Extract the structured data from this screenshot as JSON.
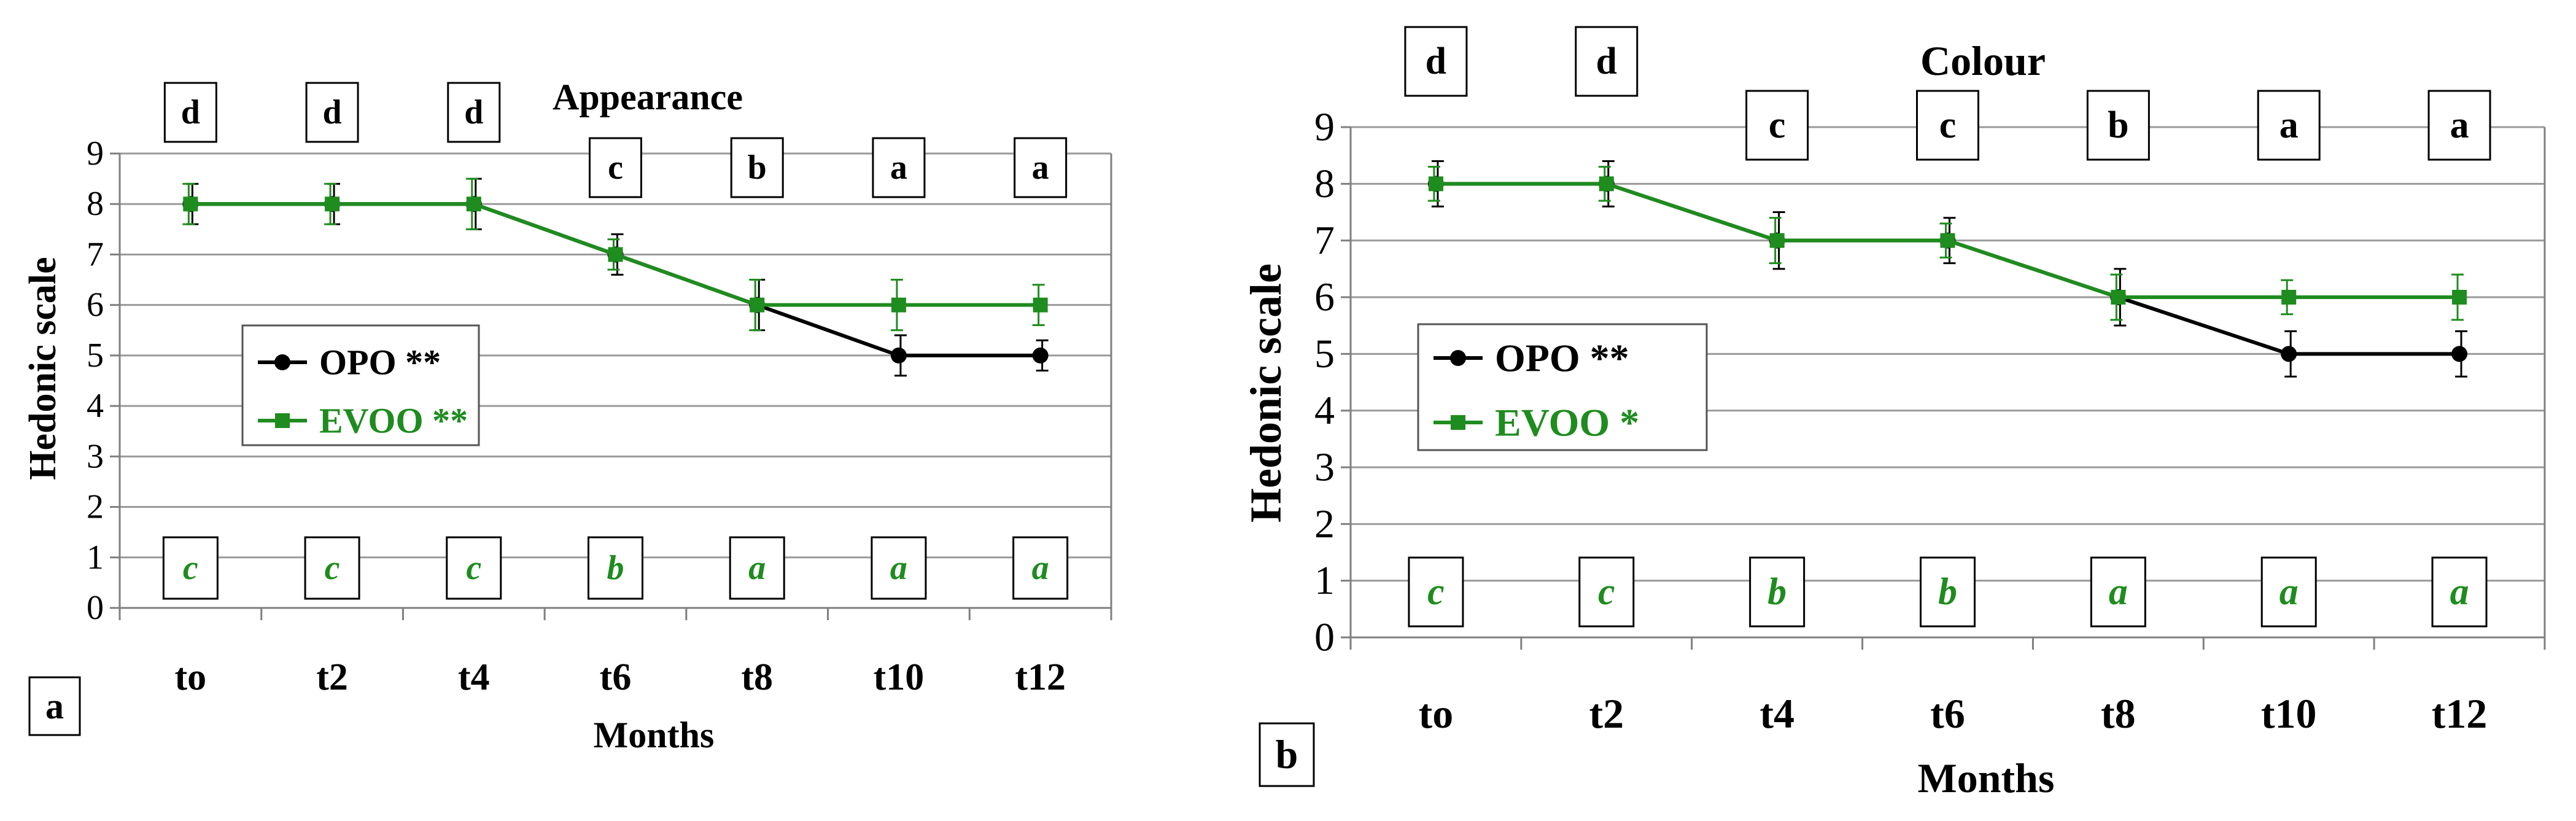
{
  "colors": {
    "opo": "#000000",
    "evoo": "#1e8c1e",
    "grid": "#9a9a9a",
    "axis": "#7f7f7f"
  },
  "chart_data": [
    {
      "panel_label": "a",
      "type": "line",
      "title": "Appearance",
      "xlabel": "Months",
      "ylabel": "Hedonic scale",
      "categories": [
        "to",
        "t2",
        "t4",
        "t6",
        "t8",
        "t10",
        "t12"
      ],
      "ylim": [
        0,
        9
      ],
      "yticks": [
        "0",
        "1",
        "2",
        "3",
        "4",
        "5",
        "6",
        "7",
        "8",
        "9"
      ],
      "grid": true,
      "legend": "left",
      "series": [
        {
          "name": "OPO **",
          "legend_label": "OPO **",
          "color": "#000000",
          "marker": "circle",
          "values": [
            8,
            8,
            8,
            7,
            6,
            5,
            5
          ],
          "errors": [
            0.4,
            0.4,
            0.5,
            0.4,
            0.5,
            0.4,
            0.3
          ]
        },
        {
          "name": "EVOO **",
          "legend_label": "EVOO **",
          "color": "#1e8c1e",
          "marker": "square",
          "values": [
            8,
            8,
            8,
            7,
            6,
            6,
            6
          ],
          "errors": [
            0.4,
            0.4,
            0.5,
            0.3,
            0.5,
            0.5,
            0.4
          ]
        }
      ],
      "opo_letters": [
        "d",
        "d",
        "d",
        "c",
        "b",
        "a",
        "a"
      ],
      "evoo_letters": [
        "c",
        "c",
        "c",
        "b",
        "a",
        "a",
        "a"
      ]
    },
    {
      "panel_label": "b",
      "type": "line",
      "title": "Colour",
      "xlabel": "Months",
      "ylabel": "Hedonic scale",
      "categories": [
        "to",
        "t2",
        "t4",
        "t6",
        "t8",
        "t10",
        "t12"
      ],
      "ylim": [
        0,
        9
      ],
      "yticks": [
        "0",
        "1",
        "2",
        "3",
        "4",
        "5",
        "6",
        "7",
        "8",
        "9"
      ],
      "grid": true,
      "legend": "left",
      "series": [
        {
          "name": "OPO **",
          "legend_label": "OPO **",
          "color": "#000000",
          "marker": "circle",
          "values": [
            8,
            8,
            7,
            7,
            6,
            5,
            5
          ],
          "errors": [
            0.4,
            0.4,
            0.5,
            0.4,
            0.5,
            0.4,
            0.4
          ]
        },
        {
          "name": "EVOO *",
          "legend_label": "EVOO *",
          "color": "#1e8c1e",
          "marker": "square",
          "values": [
            8,
            8,
            7,
            7,
            6,
            6,
            6
          ],
          "errors": [
            0.3,
            0.3,
            0.4,
            0.3,
            0.4,
            0.3,
            0.4
          ]
        }
      ],
      "opo_letters": [
        "d",
        "d",
        "c",
        "c",
        "b",
        "a",
        "a"
      ],
      "evoo_letters": [
        "c",
        "c",
        "b",
        "b",
        "a",
        "a",
        "a"
      ]
    }
  ]
}
